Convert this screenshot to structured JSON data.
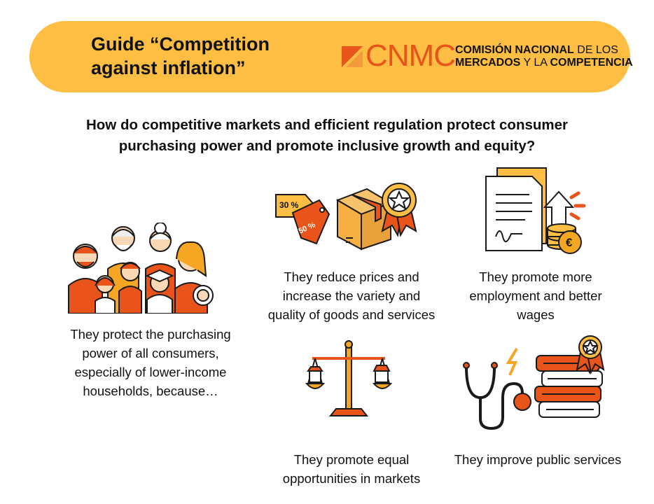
{
  "banner": {
    "title_line1": "Guide “Competition",
    "title_line2": "against inflation”",
    "logo": {
      "acronym": "CNMC",
      "name_line1_a": "COMISIÓN NACIONAL",
      "name_line1_b": " DE LOS",
      "name_line2_a": "MERCADOS",
      "name_line2_b": " Y LA ",
      "name_line2_c": "COMPETENCIA"
    },
    "colors": {
      "background": "#FDBE43",
      "brand": "#E9541B"
    }
  },
  "question": {
    "line1": "How do competitive markets and efficient regulation protect consumer",
    "line2": "purchasing power and promote inclusive growth and equity?"
  },
  "items": {
    "families": {
      "icon": "family-icon",
      "lines": [
        "They protect the purchasing",
        "power of all consumers,",
        "especially of lower-income",
        "households, because…"
      ]
    },
    "prices": {
      "icon": "price-tag-box-icon",
      "tag1": "30 %",
      "tag2": "50 %",
      "lines": [
        "They reduce prices and",
        "increase the variety and",
        "quality of goods and services"
      ]
    },
    "employment": {
      "icon": "contract-coins-icon",
      "lines": [
        "They promote more",
        "employment and better",
        "wages"
      ]
    },
    "equality": {
      "icon": "balance-scale-icon",
      "lines": [
        "They promote equal",
        "opportunities in markets"
      ]
    },
    "public_services": {
      "icon": "stethoscope-books-icon",
      "lines": [
        "They improve public services"
      ]
    }
  }
}
